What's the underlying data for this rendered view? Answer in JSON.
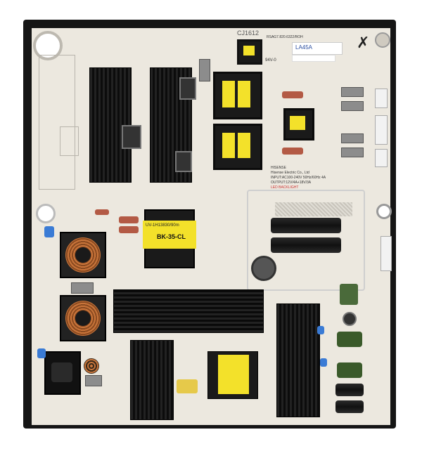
{
  "image": {
    "subject": "pcb",
    "background_color": "#ffffff",
    "board_color": "#ece8df",
    "frame_color": "#151515"
  },
  "silkscreen": {
    "board_id": "CJ1612",
    "model": "RSAG7.820.6322/ROH",
    "rating": "94V-0",
    "maker": "HISENSE",
    "spec_lines": [
      "Hisense Electric Co., Ltd",
      "INPUT:AC100-240V 50Hz/60Hz 4A",
      "OUTPUT:12V/4A+18V/3A",
      "LED BACKLIGHT"
    ],
    "transformer_label_1": "UV-1H13830/90m",
    "transformer_label_2": "BK-35-CL",
    "sticker_code": "LA45A"
  },
  "components": {
    "heatsinks": [
      "heatsink-left-1",
      "heatsink-left-2",
      "heatsink-center",
      "heatsink-bottom-left",
      "heatsink-bottom-right"
    ],
    "transformers": [
      "transformer-main",
      "transformer-bottom",
      "transformer-top-right"
    ],
    "inductors": [
      "choke-1",
      "choke-2"
    ],
    "capacitors": [
      "electrolytic-1",
      "electrolytic-2",
      "electrolytic-3",
      "electrolytic-4"
    ]
  }
}
